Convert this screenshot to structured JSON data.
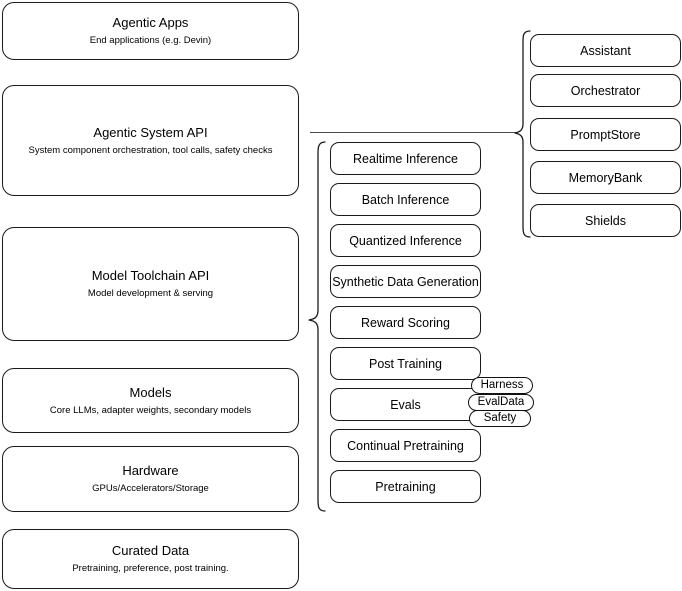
{
  "diagram": {
    "title": "LLM Stack Layered Architecture",
    "accent_color": "#1a1a1a",
    "background_color": "#ffffff",
    "connector_color": "#4a4a4a"
  },
  "layers": [
    {
      "id": "agentic-apps",
      "title": "Agentic Apps",
      "subtitle": "End applications (e.g. Devin)"
    },
    {
      "id": "agentic-system-api",
      "title": "Agentic System API",
      "subtitle": "System component orchestration, tool calls, safety checks"
    },
    {
      "id": "model-toolchain-api",
      "title": "Model Toolchain API",
      "subtitle": "Model development & serving"
    },
    {
      "id": "models",
      "title": "Models",
      "subtitle": "Core LLMs, adapter weights, secondary models"
    },
    {
      "id": "hardware",
      "title": "Hardware",
      "subtitle": "GPUs/Accelerators/Storage"
    },
    {
      "id": "curated-data",
      "title": "Curated Data",
      "subtitle": "Pretraining, preference, post training."
    }
  ],
  "toolchain_capabilities": [
    {
      "id": "realtime-inference",
      "label": "Realtime Inference"
    },
    {
      "id": "batch-inference",
      "label": "Batch Inference"
    },
    {
      "id": "quantized-inference",
      "label": "Quantized Inference"
    },
    {
      "id": "synthetic-data-generation",
      "label": "Synthetic Data Generation"
    },
    {
      "id": "reward-scoring",
      "label": "Reward Scoring"
    },
    {
      "id": "post-training",
      "label": "Post Training"
    },
    {
      "id": "evals",
      "label": "Evals"
    },
    {
      "id": "continual-pretraining",
      "label": "Continual Pretraining"
    },
    {
      "id": "pretraining",
      "label": "Pretraining"
    }
  ],
  "evals_tags": [
    {
      "id": "harness",
      "label": "Harness"
    },
    {
      "id": "evaldata",
      "label": "EvalData"
    },
    {
      "id": "safety",
      "label": "Safety"
    }
  ],
  "agentic_components": [
    {
      "id": "assistant",
      "label": "Assistant"
    },
    {
      "id": "orchestrator",
      "label": "Orchestrator"
    },
    {
      "id": "promptstore",
      "label": "PromptStore"
    },
    {
      "id": "memorybank",
      "label": "MemoryBank"
    },
    {
      "id": "shields",
      "label": "Shields"
    }
  ]
}
